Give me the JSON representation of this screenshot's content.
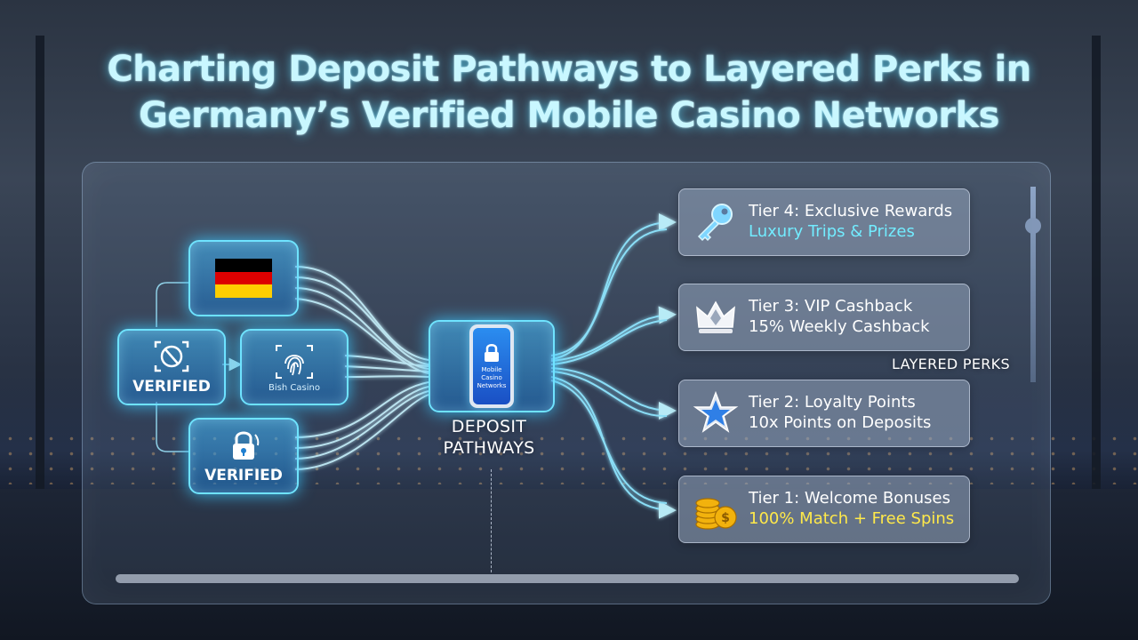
{
  "title": {
    "line1": "Charting Deposit Pathways to Layered Perks in",
    "line2": "Germany’s Verified Mobile Casino Networks"
  },
  "sources": {
    "flag": {
      "icon": "germany-flag-icon"
    },
    "verified_left": {
      "label": "VERIFIED",
      "icon": "verified-check-icon"
    },
    "biometric": {
      "sublabel": "Bish Casino",
      "icon": "fingerprint-icon"
    },
    "verified_lock": {
      "label": "VERIFIED",
      "icon": "padlock-icon"
    }
  },
  "hub": {
    "phone_text": "Mobile Casino Networks",
    "label_line1": "DEPOSIT",
    "label_line2": "PATHWAYS",
    "icon": "smartphone-lock-icon"
  },
  "perks_label": "LAYERED PERKS",
  "tiers": [
    {
      "title": "Tier 4: Exclusive Rewards",
      "detail": "Luxury Trips & Prizes",
      "icon": "key-icon",
      "detail_color": "#72ecff"
    },
    {
      "title": "Tier 3: VIP Cashback",
      "detail": "15% Weekly Cashback",
      "icon": "crown-icon",
      "detail_color": "#ffffff"
    },
    {
      "title": "Tier 2: Loyalty Points",
      "detail": "10x Points on Deposits",
      "icon": "star-icon",
      "detail_color": "#ffffff"
    },
    {
      "title": "Tier 1: Welcome Bonuses",
      "detail": "100% Match + Free Spins",
      "icon": "gold-coins-icon",
      "detail_color": "#ffe94a"
    }
  ],
  "colors": {
    "glow": "#6fe3ff",
    "title": "#c9f7ff",
    "flag_black": "#000000",
    "flag_red": "#dd0000",
    "flag_gold": "#ffce00"
  }
}
